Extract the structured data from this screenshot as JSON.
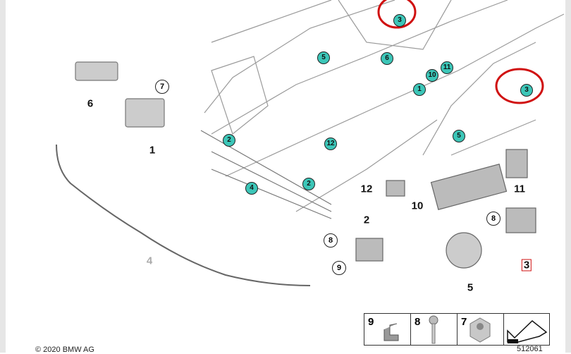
{
  "callouts_plain": [
    "6",
    "1",
    "12",
    "10",
    "11",
    "2",
    "5",
    "3",
    "4"
  ],
  "callouts_teal": [
    "3",
    "5",
    "6",
    "10",
    "11",
    "1",
    "3",
    "5",
    "2",
    "12",
    "4",
    "2"
  ],
  "callouts_ring": [
    "7",
    "8",
    "9",
    "8"
  ],
  "legend": [
    "9",
    "8",
    "7"
  ],
  "copyright": "© 2020 BMW AG",
  "diagram_number": "512061",
  "colors": {
    "callout": "#3cc6b8",
    "highlight": "#d01010"
  }
}
